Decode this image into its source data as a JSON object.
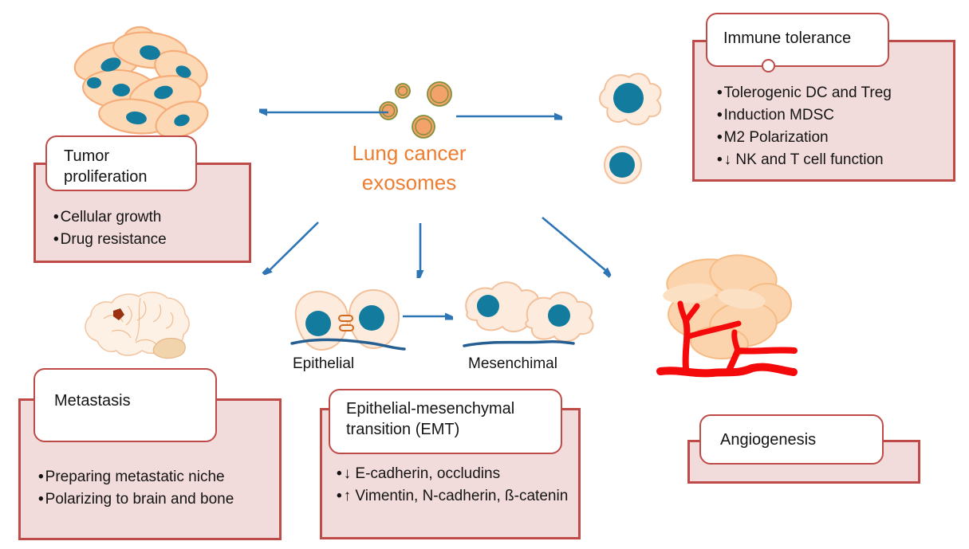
{
  "title": {
    "line1": "Lung cancer",
    "line2": "exosomes"
  },
  "callouts": {
    "tumor_proliferation": {
      "title": "Tumor proliferation",
      "bullets": [
        "Cellular growth",
        "Drug resistance"
      ]
    },
    "immune_tolerance": {
      "title": "Immune tolerance",
      "bullets": [
        "Tolerogenic DC and Treg",
        "Induction MDSC",
        "M2 Polarization",
        "↓ NK and T cell function"
      ]
    },
    "metastasis": {
      "title": "Metastasis",
      "bullets": [
        "Preparing metastatic niche",
        "Polarizing to brain and bone"
      ]
    },
    "emt": {
      "title": "Epithelial-mesenchymal transition (EMT)",
      "bullets": [
        "↓ E-cadherin, occludins",
        "↑ Vimentin, N-cadherin, ß-catenin"
      ]
    },
    "angiogenesis": {
      "title": "Angiogenesis",
      "bullets": []
    }
  },
  "cell_labels": {
    "epithelial": "Epithelial",
    "mesenchymal": "Mesenchimal"
  },
  "colors": {
    "accent_red": "#BE4B48",
    "pink_fill": "#F2DCDB",
    "arrow_blue": "#2E75B6",
    "title_orange": "#ED7D31",
    "nucleus_teal": "#137C9E",
    "cell_fill": "#FDEBDD",
    "vessel_red": "#F40A0A",
    "exosome_fill": "#F3A269",
    "exosome_ring": "#7F8F3A"
  }
}
